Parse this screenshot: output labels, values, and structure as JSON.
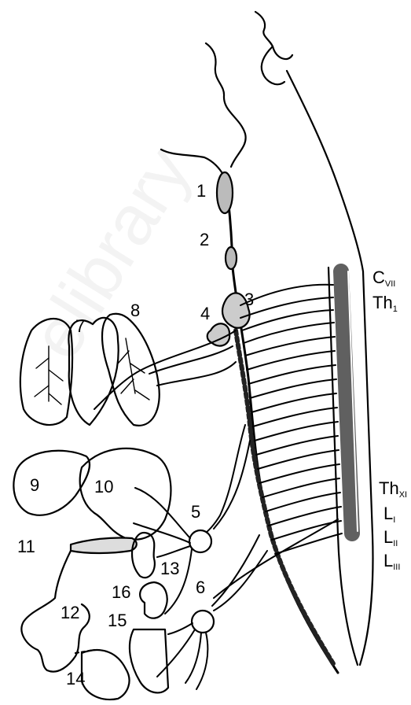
{
  "watermark": "elibrary",
  "labels": {
    "n1": "1",
    "n2": "2",
    "n3": "3",
    "n4": "4",
    "n5": "5",
    "n6": "6",
    "n7": "7",
    "n8": "8",
    "n9": "9",
    "n10": "10",
    "n11": "11",
    "n12": "12",
    "n13": "13",
    "n14": "14",
    "n15": "15",
    "n16": "16"
  },
  "segments": {
    "cvii": {
      "main": "C",
      "sub": "VII"
    },
    "th1": {
      "main": "Th",
      "sub": "1"
    },
    "thxi": {
      "main": "Th",
      "sub": "XI"
    },
    "li": {
      "main": "L",
      "sub": "I"
    },
    "lii": {
      "main": "L",
      "sub": "II"
    },
    "liii": {
      "main": "L",
      "sub": "III"
    }
  },
  "colors": {
    "ink": "#000000",
    "paper": "#ffffff",
    "watermark": "#f3f3f3"
  }
}
